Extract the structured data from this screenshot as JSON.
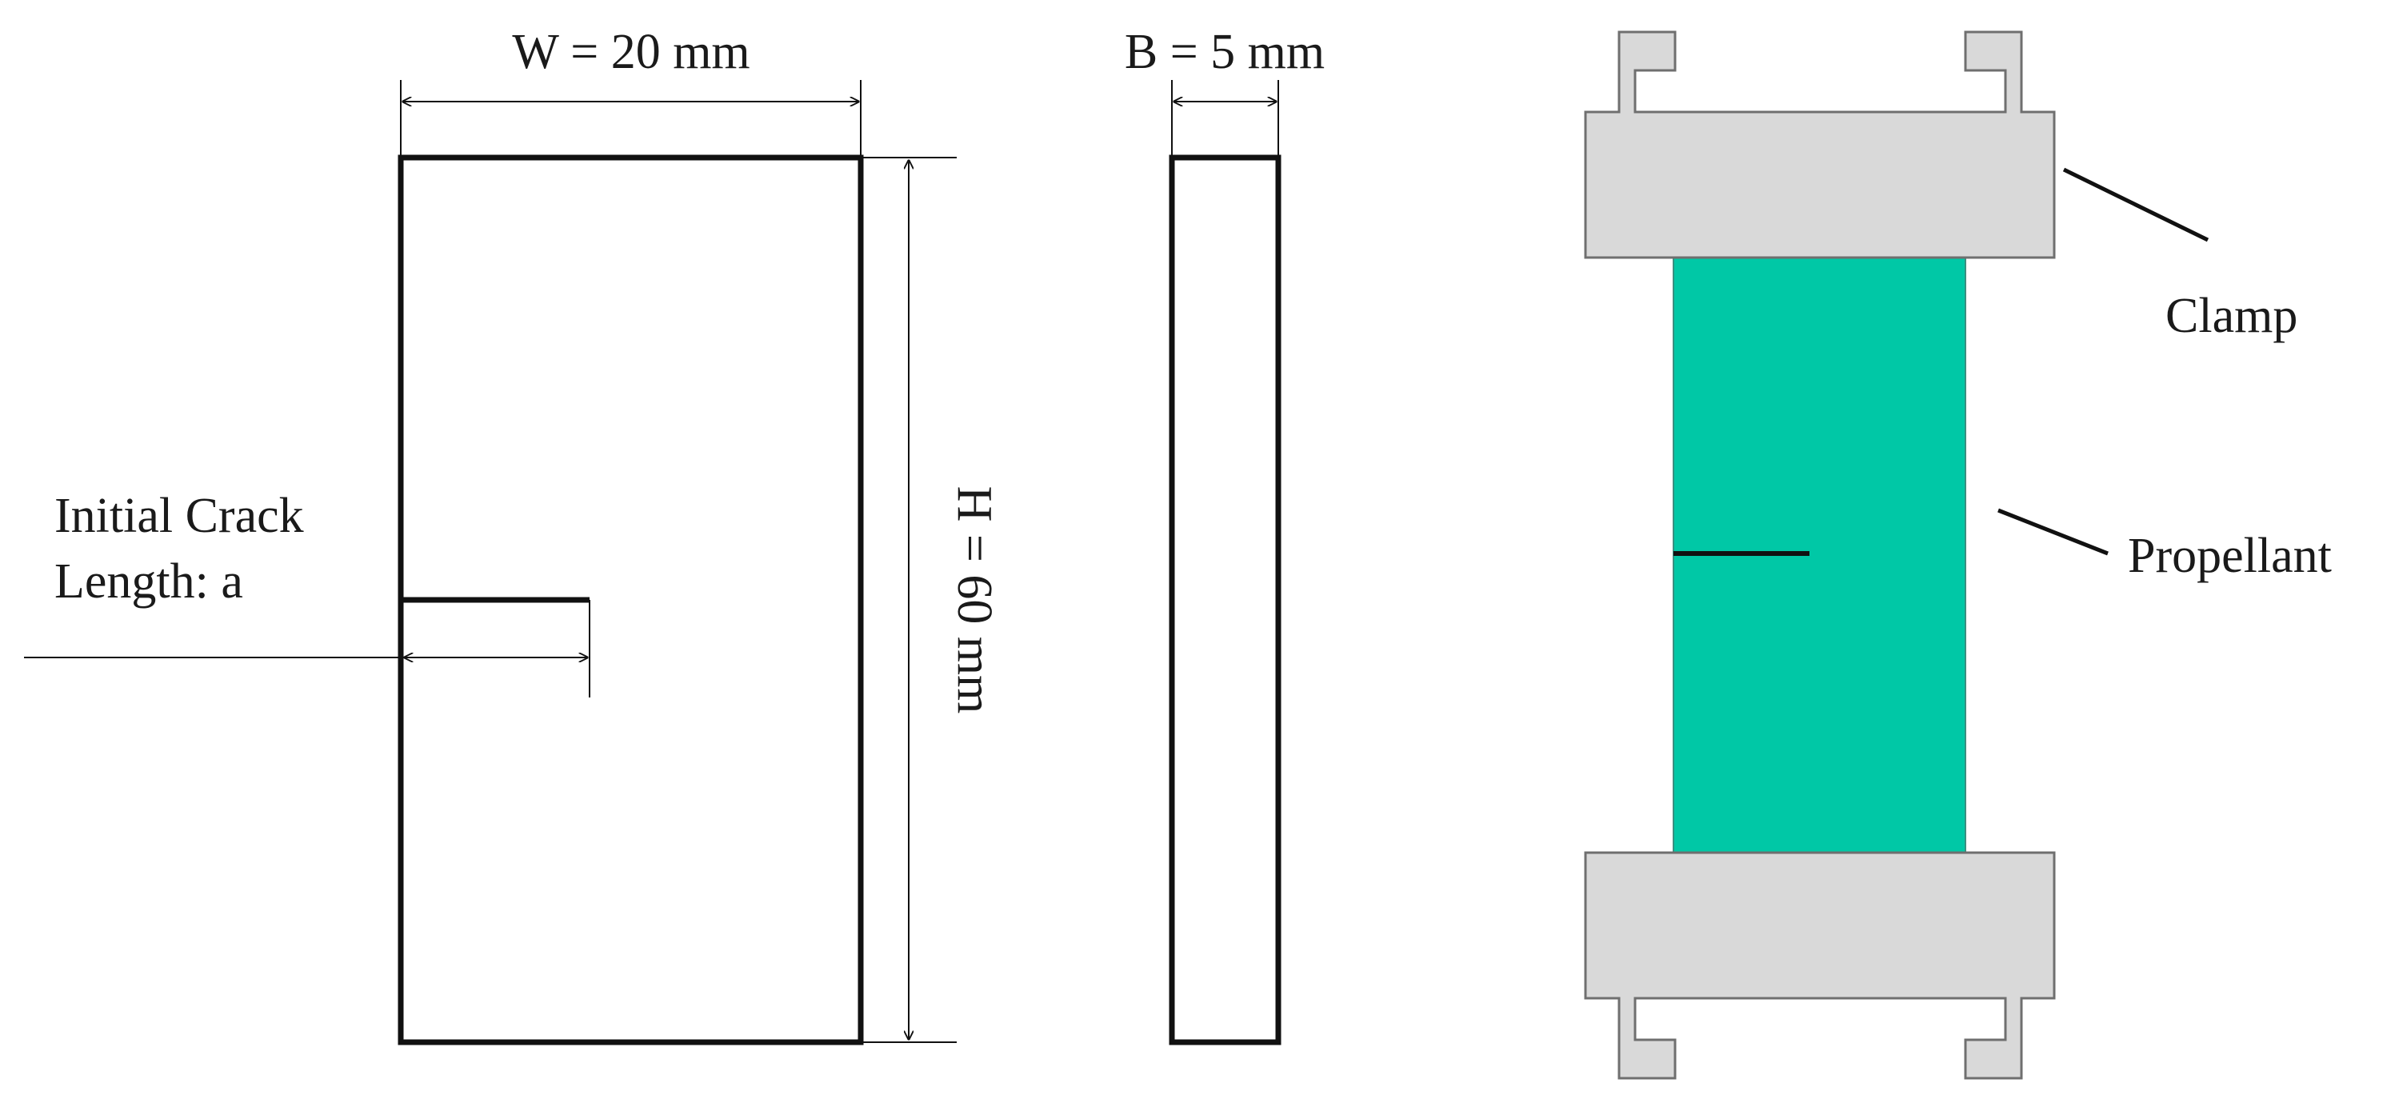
{
  "specimen_drawing": {
    "width_label": "W = 20 mm",
    "thickness_label": "B = 5 mm",
    "height_label": "H = 60 mm",
    "crack_label_line1": "Initial Crack",
    "crack_label_line2": "Length: a"
  },
  "test_setup": {
    "clamp_label": "Clamp",
    "propellant_label": "Propellant"
  },
  "colors": {
    "outline": "#111111",
    "clamp_fill": "#d9d9d9",
    "clamp_stroke": "#6f6f6f",
    "propellant_fill": "#00c8a6"
  }
}
